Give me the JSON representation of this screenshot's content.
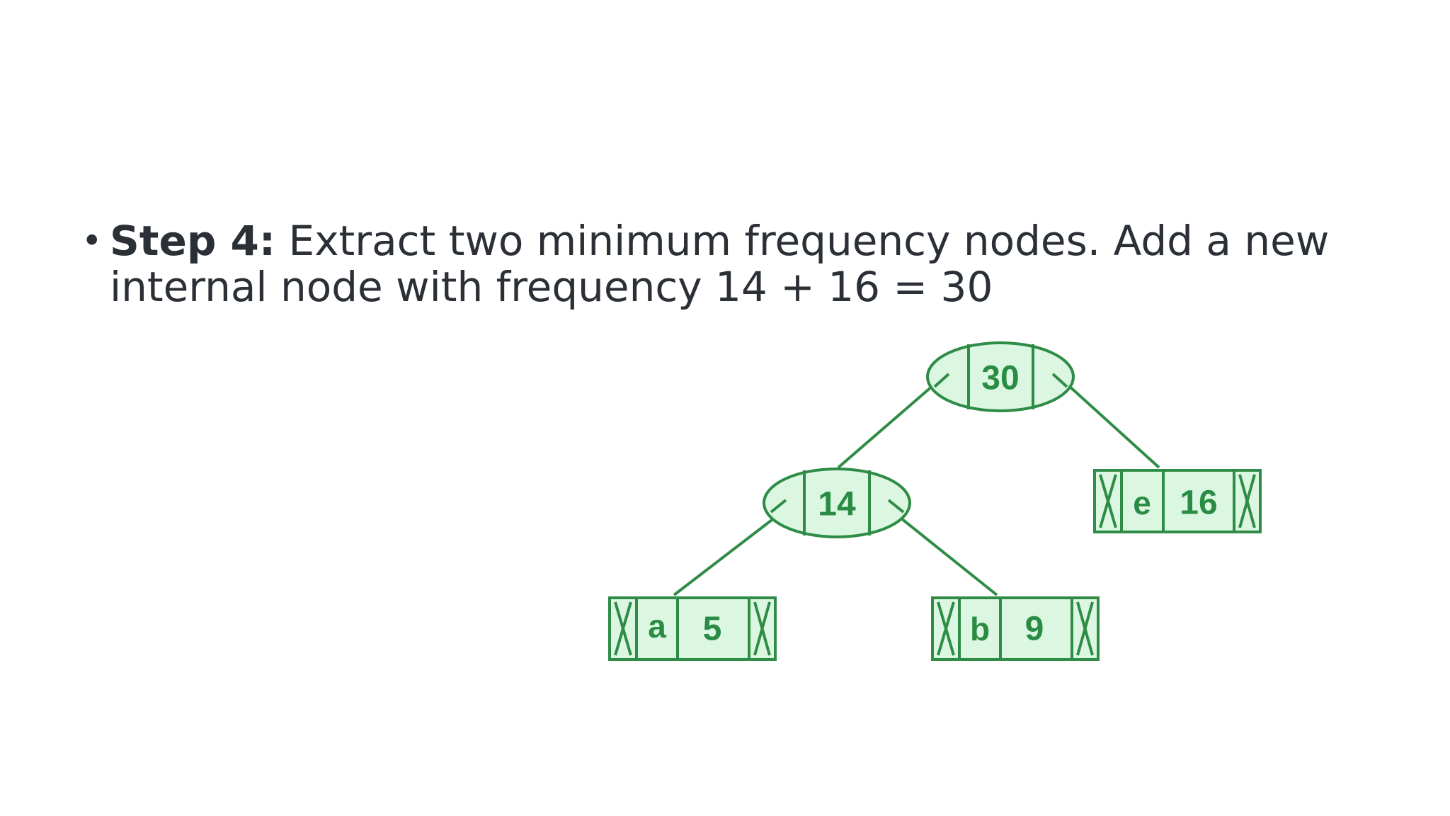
{
  "bullet": {
    "label": "Step 4:",
    "text": " Extract two minimum frequency nodes. Add a new internal node with frequency 14 + 16 = 30"
  },
  "tree": {
    "root": {
      "freq": "30"
    },
    "internal_left": {
      "freq": "14"
    },
    "leaf_e": {
      "char": "e",
      "freq": "16"
    },
    "leaf_a": {
      "char": "a",
      "freq": "5"
    },
    "leaf_b": {
      "char": "b",
      "freq": "9"
    }
  },
  "colors": {
    "node_fill": "#dcf7e1",
    "node_stroke": "#2f8c46",
    "text": "#2b2f36"
  }
}
